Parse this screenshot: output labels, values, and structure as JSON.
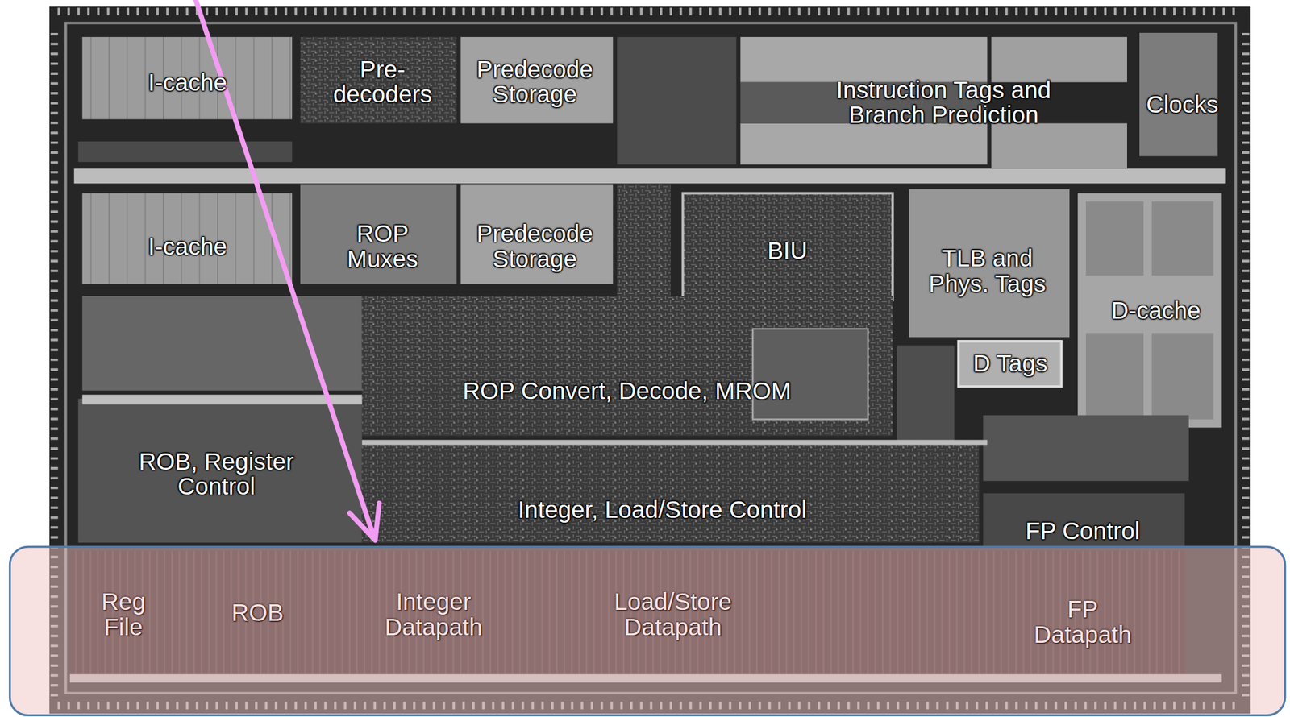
{
  "diagram": {
    "labels": [
      "I-cache",
      "Pre- decoders",
      "Predecode Storage",
      "Instruction Tags and Branch Prediction",
      "Clocks",
      "I-cache",
      "ROP Muxes",
      "Predecode Storage",
      "BIU",
      "TLB and Phys. Tags",
      "D-cache",
      "D Tags",
      "ROP Convert, Decode, MROM",
      "ROB, Register Control",
      "Integer, Load/Store Control",
      "FP Control",
      "Reg File",
      "ROB",
      "Integer Datapath",
      "Load/Store Datapath",
      "FP Datapath"
    ]
  }
}
